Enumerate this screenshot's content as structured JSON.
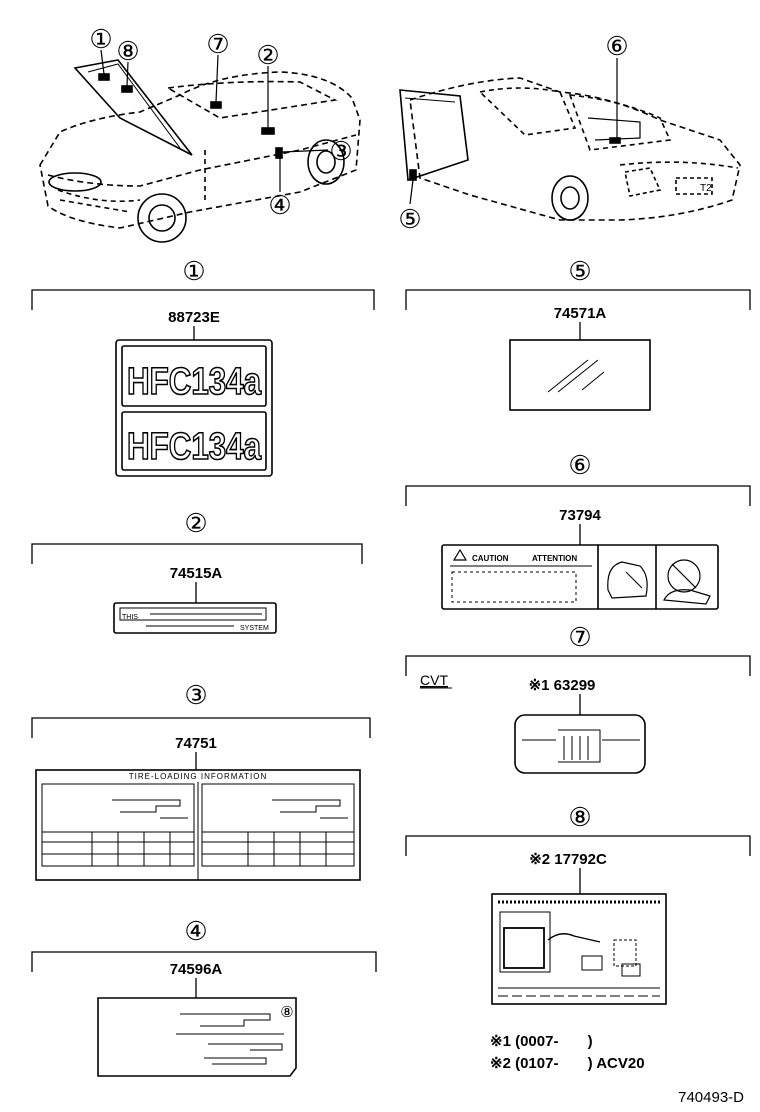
{
  "callouts": {
    "c1": "①",
    "c2": "②",
    "c3": "③",
    "c4": "④",
    "c5": "⑤",
    "c6": "⑥",
    "c7": "⑦",
    "c8": "⑧"
  },
  "labels": {
    "l1": {
      "number": "①",
      "part": "88723E",
      "text_top": "HFC134a",
      "text_bottom": "HFC134a"
    },
    "l2": {
      "number": "②",
      "part": "74515A",
      "text_left": "THIS",
      "text_right": "SYSTEM"
    },
    "l3": {
      "number": "③",
      "part": "74751",
      "heading": "TIRE-LOADING INFORMATION"
    },
    "l4": {
      "number": "④",
      "part": "74596A",
      "badge": "⑧"
    },
    "l5": {
      "number": "⑤",
      "part": "74571A"
    },
    "l6": {
      "number": "⑥",
      "part": "73794",
      "caution": "CAUTION",
      "attention": "ATTENTION"
    },
    "l7": {
      "number": "⑦",
      "variant": "CVT",
      "part": "※1 63299"
    },
    "l8": {
      "number": "⑧",
      "part": "※2 17792C"
    }
  },
  "notes": {
    "n1": "※1 (0007-       )",
    "n2": "※2 (0107-       ) ACV20"
  },
  "figure_code": "740493-D"
}
